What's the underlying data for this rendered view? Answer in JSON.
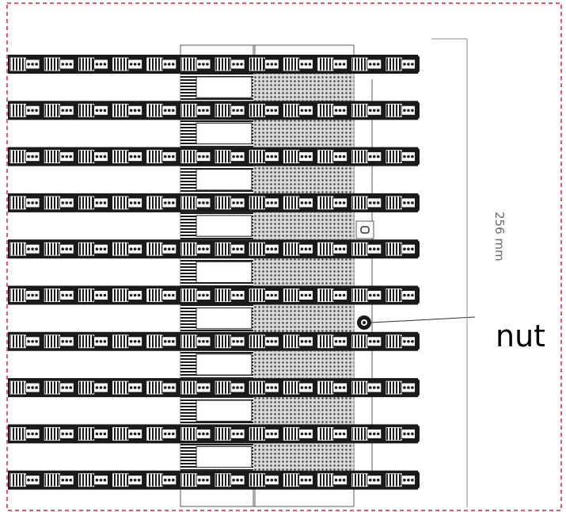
{
  "drawing": {
    "dimension_label": "256 mm",
    "callout_label": "nut",
    "rod_count": 10,
    "link_segments_per_rod": 12
  },
  "colors": {
    "border": "#e0232a",
    "rod": "#1a1a1a",
    "hatch": "#e6e6e6",
    "frame": "#5a5a5a",
    "dimension_line": "#8c8c8c"
  },
  "icons": {
    "nut": "nut-icon",
    "small_pin": "pin-icon"
  }
}
